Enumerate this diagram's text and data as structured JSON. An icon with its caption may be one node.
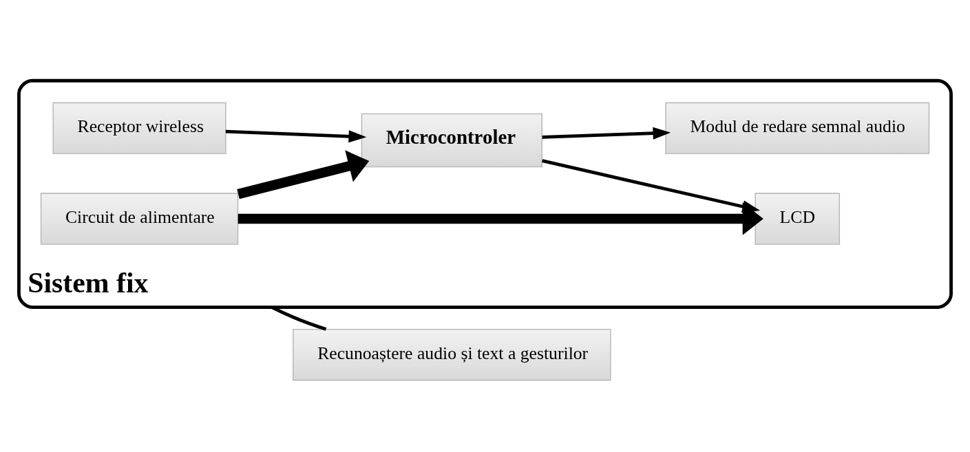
{
  "diagram": {
    "nodes": [
      {
        "text": [
          "Sistem fix"
        ]
      },
      {
        "text": [
          "Circuit de alimentare"
        ],
        "in": 0
      },
      {
        "text": [
          "LCD"
        ],
        "in": 0
      },
      {
        "text": [
          "Receptor wireless"
        ],
        "in": 0
      },
      {
        "text": [
          "Microcontroler"
        ],
        "in": 0
      },
      {
        "text": [
          "Modul de redare semnal audio"
        ],
        "in": 0
      },
      {
        "text": [
          "Recunoaștere audio și text a gesturilor"
        ]
      }
    ],
    "edges": [
      {
        "from": 1,
        "to": 2,
        "arrow": "to",
        "style": "thick"
      },
      {
        "from": 1,
        "to": 4,
        "arrow": "to",
        "style": "thick"
      },
      {
        "from": 3,
        "to": 4,
        "arrow": "to"
      },
      {
        "from": 4,
        "to": 2,
        "arrow": "to"
      },
      {
        "from": 4,
        "to": 5,
        "arrow": "to"
      },
      {
        "from": 0,
        "to": 6,
        "arrow": "none"
      }
    ]
  }
}
